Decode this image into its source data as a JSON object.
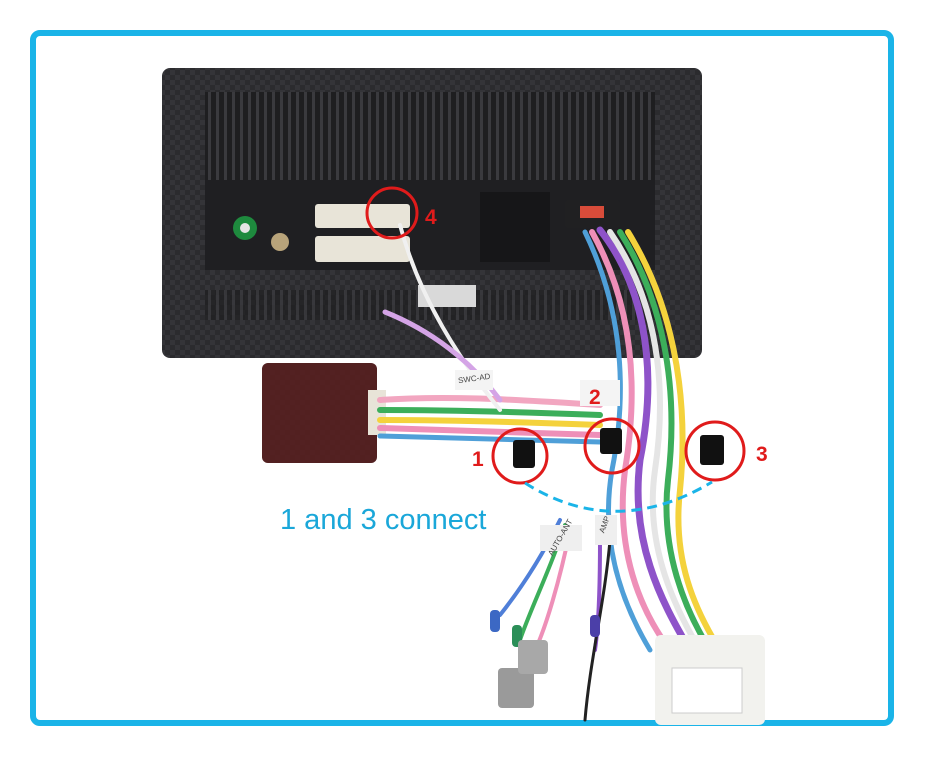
{
  "caption": "1 and 3 connect",
  "markers": [
    "1",
    "2",
    "3",
    "4"
  ],
  "label_swc": "SWC-AD",
  "label_auto_ant": "AUTO-ANT",
  "label_amp": "AMP",
  "colors": {
    "frame": "#1ab4e8",
    "caption": "#1aa7d9",
    "marker_circle": "#e01b1b",
    "dashed_line": "#1ab4e8"
  }
}
